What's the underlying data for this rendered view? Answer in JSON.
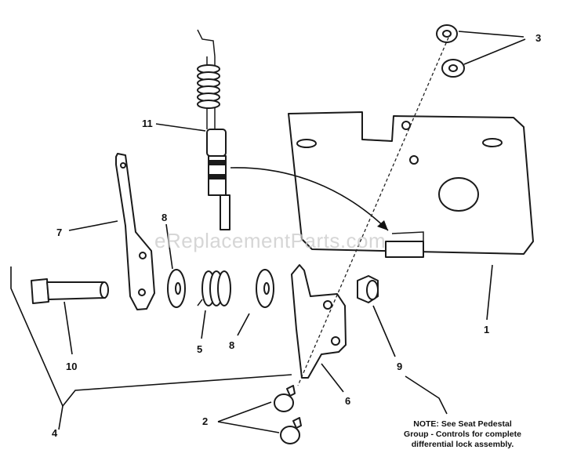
{
  "diagram": {
    "watermark": "eReplacementParts.com",
    "note_lines": [
      "NOTE: See Seat Pedestal",
      "Group - Controls for complete",
      "differential lock assembly."
    ],
    "callouts": [
      {
        "id": "1",
        "label": "1"
      },
      {
        "id": "2",
        "label": "2"
      },
      {
        "id": "3",
        "label": "3"
      },
      {
        "id": "4",
        "label": "4"
      },
      {
        "id": "5",
        "label": "5"
      },
      {
        "id": "6",
        "label": "6"
      },
      {
        "id": "7",
        "label": "7"
      },
      {
        "id": "8a",
        "label": "8"
      },
      {
        "id": "8b",
        "label": "8"
      },
      {
        "id": "9",
        "label": "9"
      },
      {
        "id": "10",
        "label": "10"
      },
      {
        "id": "11",
        "label": "11"
      }
    ]
  }
}
